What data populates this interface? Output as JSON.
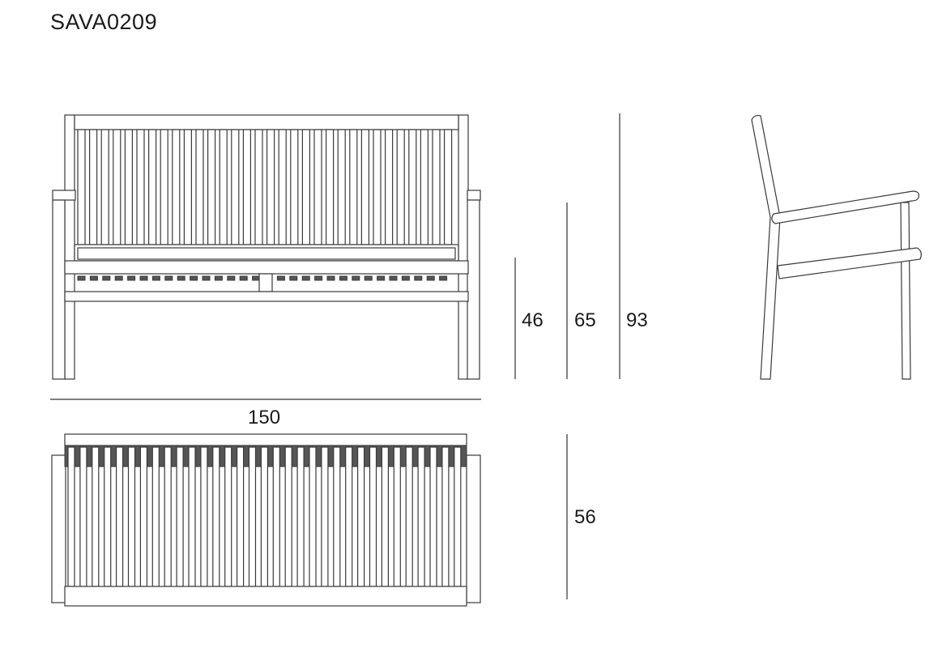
{
  "product_code": "SAVA0209",
  "dimensions": {
    "seat_height": "46",
    "arm_height": "65",
    "total_height": "93",
    "width": "150",
    "depth": "56"
  },
  "colors": {
    "line": "#3a3a3a",
    "webbing": "#555555"
  }
}
